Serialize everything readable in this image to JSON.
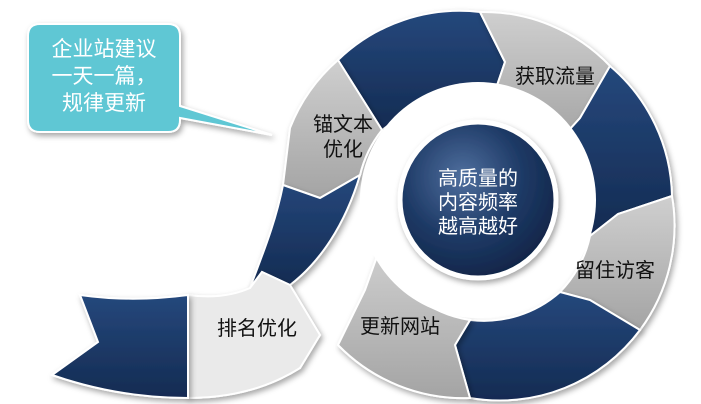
{
  "callout": {
    "text": "企业站建议\n一天一篇，\n规律更新",
    "fill": "#5ec7d4"
  },
  "hub": {
    "text": "高质量的\n内容频率\n越高越好",
    "fill": "#1e3a66"
  },
  "colors": {
    "navy": "#1c3966",
    "gray": "#b4b4b4",
    "light": "#eaeaea",
    "arrow_border": "#ffffff"
  },
  "stages": [
    {
      "label": "获取流量"
    },
    {
      "label": "留住访客"
    },
    {
      "label": "更新网站"
    },
    {
      "label": "锚文本\n优化"
    },
    {
      "label": "排名优化"
    }
  ]
}
